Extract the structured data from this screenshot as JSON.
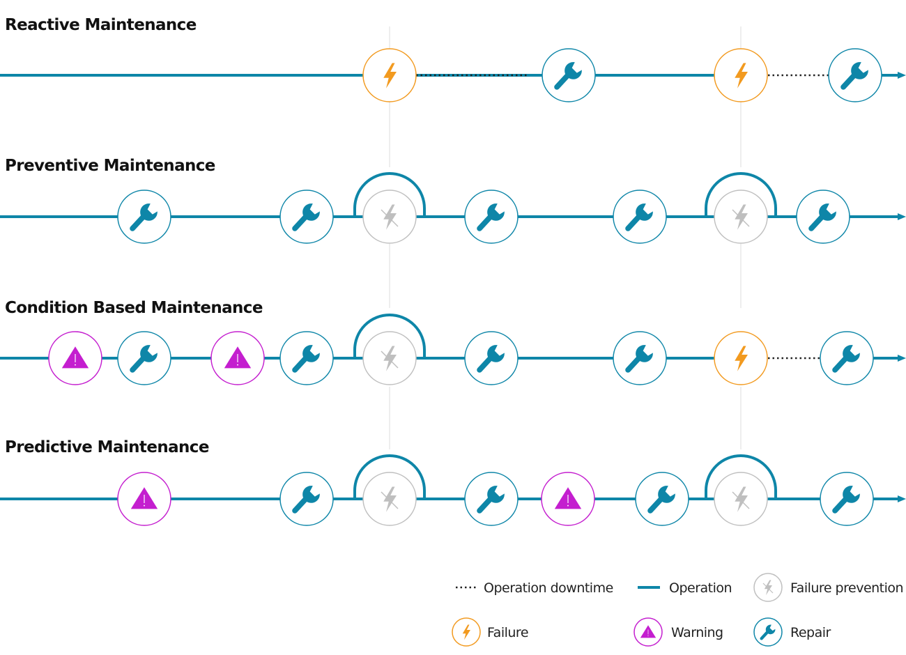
{
  "colors": {
    "operation": "#0e86a8",
    "failure": "#f29a1f",
    "warning": "#c41ecf",
    "prevention": "#bfbfbf",
    "downtime": "#222222",
    "guide": "#dddddd",
    "title": "#111111"
  },
  "lanes": [
    {
      "title": "Reactive Maintenance",
      "events": [
        {
          "type": "failure",
          "t": 559
        },
        {
          "type": "repair",
          "t": 816
        },
        {
          "type": "failure",
          "t": 1063
        },
        {
          "type": "repair",
          "t": 1227
        }
      ],
      "downtime": [
        [
          597,
          758
        ],
        [
          1102,
          1190
        ]
      ]
    },
    {
      "title": "Preventive Maintenance",
      "events": [
        {
          "type": "repair",
          "t": 207
        },
        {
          "type": "repair",
          "t": 440
        },
        {
          "type": "prevention",
          "t": 559
        },
        {
          "type": "repair",
          "t": 705
        },
        {
          "type": "repair",
          "t": 918
        },
        {
          "type": "prevention",
          "t": 1063
        },
        {
          "type": "repair",
          "t": 1181
        }
      ],
      "downtime": []
    },
    {
      "title": "Condition Based Maintenance",
      "events": [
        {
          "type": "warning",
          "t": 108
        },
        {
          "type": "repair",
          "t": 207
        },
        {
          "type": "warning",
          "t": 341
        },
        {
          "type": "repair",
          "t": 440
        },
        {
          "type": "prevention",
          "t": 559
        },
        {
          "type": "repair",
          "t": 705
        },
        {
          "type": "repair",
          "t": 918
        },
        {
          "type": "failure",
          "t": 1063
        },
        {
          "type": "repair",
          "t": 1215
        }
      ],
      "downtime": [
        [
          1102,
          1177
        ]
      ]
    },
    {
      "title": "Predictive Maintenance",
      "events": [
        {
          "type": "warning",
          "t": 207
        },
        {
          "type": "repair",
          "t": 440
        },
        {
          "type": "prevention",
          "t": 559
        },
        {
          "type": "repair",
          "t": 705
        },
        {
          "type": "warning",
          "t": 815
        },
        {
          "type": "repair",
          "t": 950
        },
        {
          "type": "prevention",
          "t": 1063
        },
        {
          "type": "repair",
          "t": 1215
        }
      ],
      "downtime": []
    }
  ],
  "guides": [
    559,
    1063
  ],
  "legend": {
    "downtime": "Operation downtime",
    "operation": "Operation",
    "prevention": "Failure prevention",
    "failure": "Failure",
    "warning": "Warning",
    "repair": "Repair"
  }
}
